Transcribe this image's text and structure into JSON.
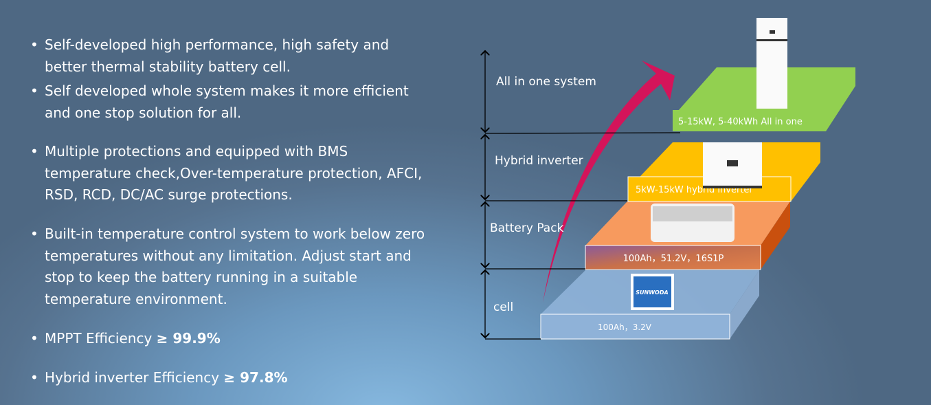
{
  "bullets": [
    "Self-developed high performance, high safety and better thermal stability battery cell.",
    "Self developed whole system makes it more efficient and one stop solution for all.",
    "Multiple protections and equipped with BMS temperature check,Over-temperature protection, AFCI, RSD, RCD, DC/AC surge protections.",
    "Built-in temperature control system to work below zero temperatures without any limitation. Adjust start and stop to keep the battery running in a suitable temperature environment.",
    {
      "prefix": "MPPT Efficiency ",
      "value": "≥ 99.9%"
    },
    {
      "prefix": "Hybrid inverter Efficiency ",
      "value": "≥ 97.8%"
    }
  ],
  "levels": [
    {
      "name": "All in one system",
      "spec": "5-15kW, 5-40kWh All in one",
      "color": "#92d050"
    },
    {
      "name": "Hybrid inverter",
      "spec": "5kW-15kW  hybrid inverter",
      "color": "#ffc000"
    },
    {
      "name": "Battery Pack",
      "spec": "100Ah，51.2V，16S1P",
      "color": "#f79a5e"
    },
    {
      "name": "cell",
      "spec": "100Ah，3.2V",
      "color": "#8fb2d8"
    }
  ],
  "cell_brand": "SUNWODA",
  "arrow_color": "#d4145a"
}
